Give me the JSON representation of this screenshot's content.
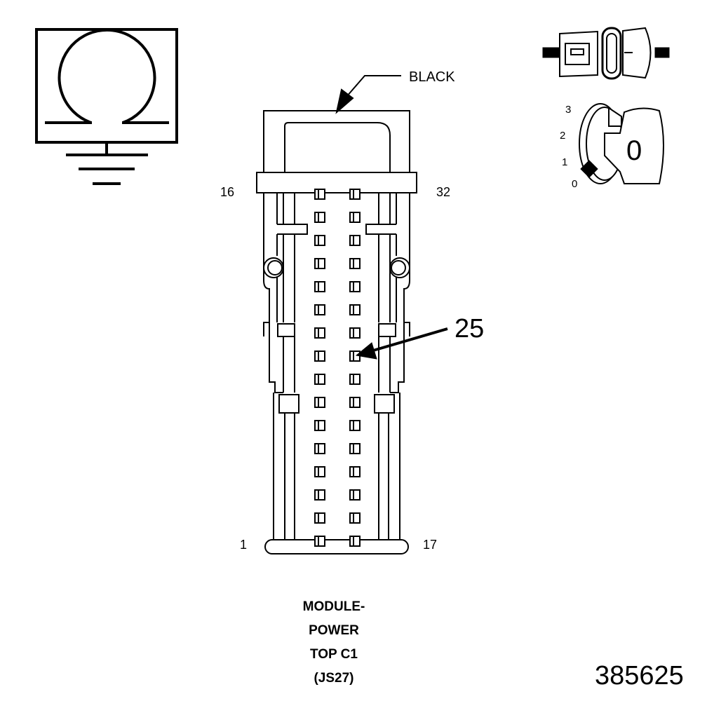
{
  "connector": {
    "color_label": "BLACK",
    "pin_labels": {
      "top_left": "16",
      "top_right": "32",
      "bottom_left": "1",
      "bottom_right": "17"
    },
    "callout_pin": "25"
  },
  "ignition": {
    "positions": [
      "3",
      "2",
      "1",
      "0"
    ],
    "key_label": "0"
  },
  "title": {
    "lines": [
      "MODULE-",
      "POWER",
      "TOP C1",
      "(JS27)"
    ]
  },
  "figure_number": "385625",
  "icons": [
    "ohm-meter-ground-icon",
    "connector-unplugged-icon",
    "ignition-key-off-icon"
  ]
}
